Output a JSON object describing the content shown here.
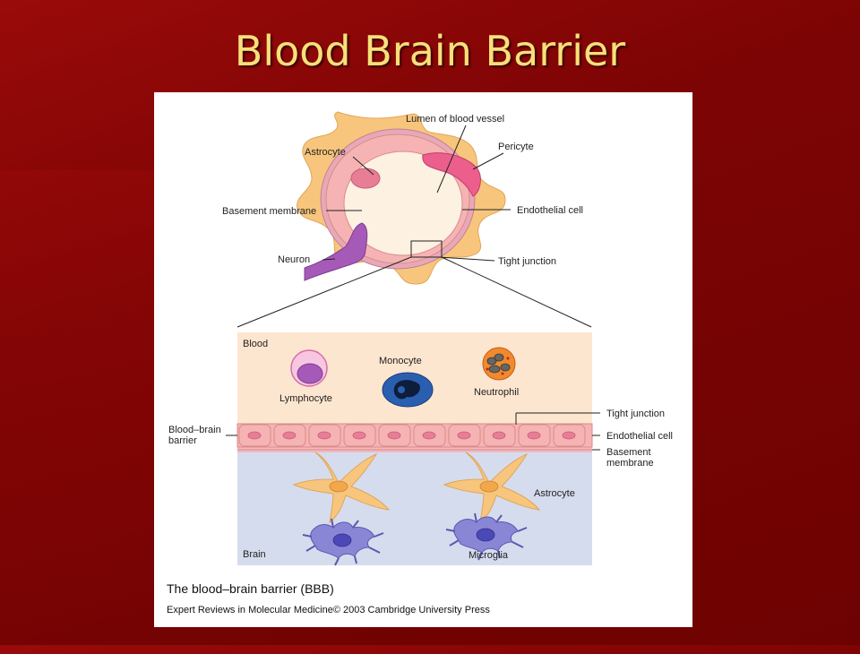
{
  "slide": {
    "title": "Blood Brain Barrier"
  },
  "figure": {
    "top_labels": {
      "lumen": "Lumen of blood vessel",
      "astrocyte": "Astrocyte",
      "pericyte": "Pericyte",
      "basement_membrane": "Basement membrane",
      "endothelial_cell": "Endothelial cell",
      "neuron": "Neuron",
      "tight_junction": "Tight junction"
    },
    "detail_labels": {
      "blood": "Blood",
      "monocyte": "Monocyte",
      "lymphocyte": "Lymphocyte",
      "neutrophil": "Neutrophil",
      "bbb_line1": "Blood–brain",
      "bbb_line2": "barrier",
      "tight_junction": "Tight junction",
      "endothelial_cell": "Endothelial cell",
      "basement_line1": "Basement",
      "basement_line2": "membrane",
      "astrocyte": "Astrocyte",
      "brain": "Brain",
      "microglia": "Microglia"
    },
    "caption": {
      "title": "The blood–brain barrier (BBB)",
      "credit": "Expert Reviews in Molecular Medicine© 2003 Cambridge University Press"
    }
  },
  "colors": {
    "slide_title": "#f7e07a",
    "astrocyte": "#f7c67c",
    "endothelium": "#f6b3b3",
    "pericyte": "#ec5f8c",
    "neuron": "#a55ab8",
    "blood_band": "#fde6cf",
    "brain_band": "#d5dced",
    "microglia": "#8a86d6",
    "monocyte": "#2a5fb0",
    "neutrophil": "#f08a2c"
  }
}
